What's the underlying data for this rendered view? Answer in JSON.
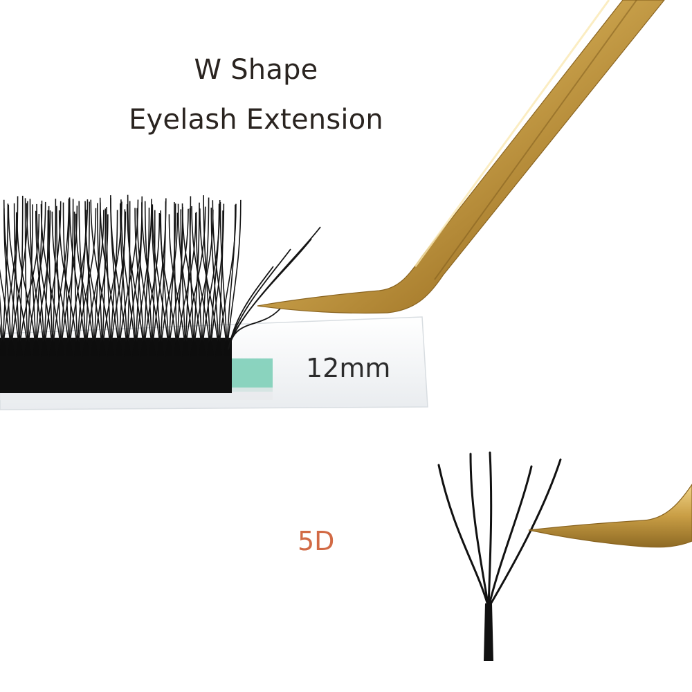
{
  "product": {
    "title_line1": "W Shape",
    "title_line2": "Eyelash Extension",
    "strip_length_label": "12mm",
    "variant_label": "5D"
  },
  "colors": {
    "text": "#2a2420",
    "variant_accent": "#d26a45",
    "tweezer_gold": "#c9a24a",
    "lash_black": "#111111",
    "tape_mint": "#7ecfb8"
  },
  "icons": [
    "tweezers-icon",
    "lash-fan-icon"
  ]
}
